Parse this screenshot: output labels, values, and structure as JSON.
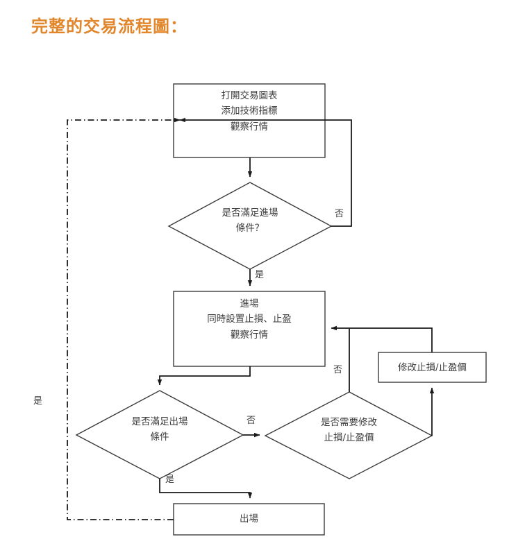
{
  "page": {
    "title": "完整的交易流程圖：",
    "title_color": "#E1862A",
    "background": "#ffffff"
  },
  "chart_data": {
    "type": "diagram",
    "diagram_kind": "flowchart",
    "title": "完整的交易流程圖：",
    "nodes": [
      {
        "id": "n1",
        "shape": "rectangle",
        "label": "打開交易圖表\n添加技術指標\n觀察行情"
      },
      {
        "id": "d1",
        "shape": "diamond",
        "label": "是否滿足進場\n條件？"
      },
      {
        "id": "n2",
        "shape": "rectangle",
        "label": "進場\n同時設置止損、止盈\n觀察行情"
      },
      {
        "id": "d2",
        "shape": "diamond",
        "label": "是否滿足出場\n條件"
      },
      {
        "id": "d3",
        "shape": "diamond",
        "label": "是否需要修改\n止損/止盈價"
      },
      {
        "id": "n3",
        "shape": "rectangle",
        "label": "修改止損/止盈價"
      },
      {
        "id": "n4",
        "shape": "rectangle",
        "label": "出場"
      }
    ],
    "edges": [
      {
        "from": "n1",
        "to": "d1",
        "label": ""
      },
      {
        "from": "d1",
        "to": "n1",
        "label": "否"
      },
      {
        "from": "d1",
        "to": "n2",
        "label": "是"
      },
      {
        "from": "n2",
        "to": "d2",
        "label": ""
      },
      {
        "from": "d2",
        "to": "d3",
        "label": "否"
      },
      {
        "from": "d2",
        "to": "n4",
        "label": "是"
      },
      {
        "from": "d3",
        "to": "n3",
        "label": ""
      },
      {
        "from": "d3",
        "to": "n2",
        "label": "否"
      },
      {
        "from": "n3",
        "to": "n2",
        "label": ""
      },
      {
        "from": "n4",
        "to": "n1",
        "label": "是",
        "style": "dash-dot"
      }
    ]
  },
  "labels": {
    "node_open_chart": "打開交易圖表\n添加技術指標\n觀察行情",
    "node_entry_cond": "是否滿足進場\n條件？",
    "node_entry": "進場\n同時設置止損、止盈\n觀察行情",
    "node_exit_cond": "是否滿足出場\n條件",
    "node_modify_cond": "是否需要修改\n止損/止盈價",
    "node_modify": "修改止損/止盈價",
    "node_exit": "出場",
    "edge_no_entry": "否",
    "edge_yes_entry": "是",
    "edge_no_exit": "否",
    "edge_yes_exit": "是",
    "edge_no_modify": "否",
    "edge_yes_loop": "是"
  }
}
